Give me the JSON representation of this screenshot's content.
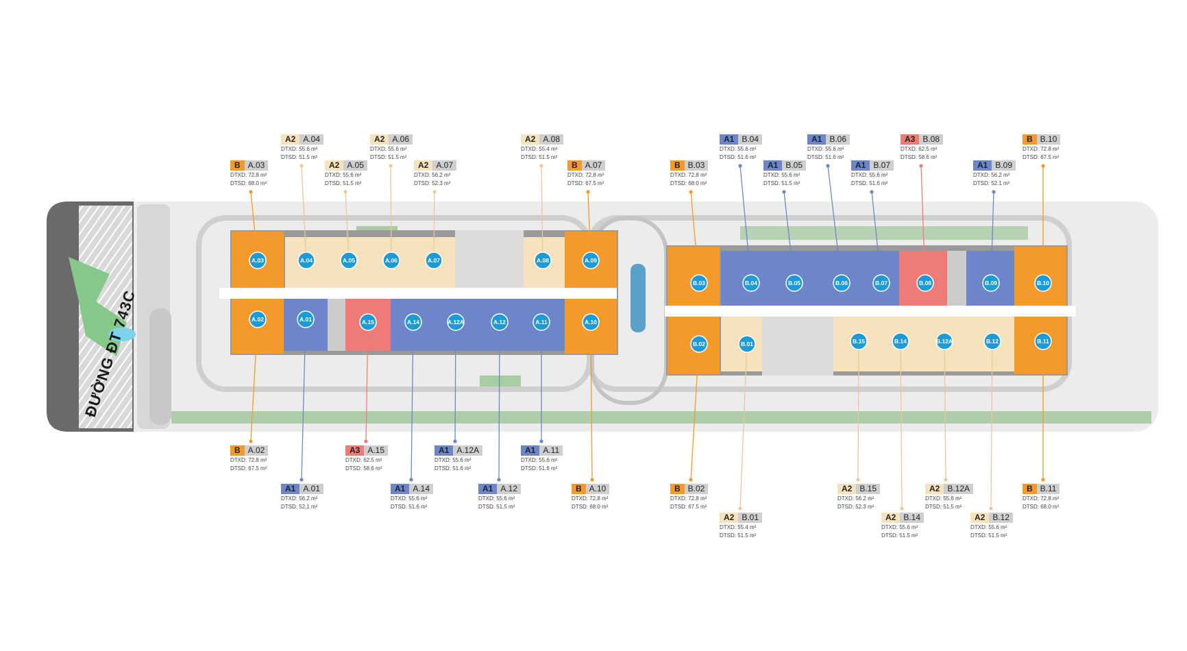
{
  "colors": {
    "B": "#f39a2a",
    "A1": "#6c86c9",
    "A2": "#f6e2bd",
    "A3": "#ef7b78",
    "circle": "#1e9bd7"
  },
  "road_label": "ĐƯỜNG ĐT 743C",
  "units": [
    {
      "id": "A.03",
      "type": "B",
      "code": "A.03",
      "dtxd": "DTXD: 72.8 m²",
      "dtsd": "DTSD: 68.0 m²"
    },
    {
      "id": "A.04",
      "type": "A2",
      "code": "A.04",
      "dtxd": "DTXD: 55.6 m²",
      "dtsd": "DTSD: 51.5 m²"
    },
    {
      "id": "A.05",
      "type": "A2",
      "code": "A.05",
      "dtxd": "DTXD: 55.6 m²",
      "dtsd": "DTSD: 51.5 m²"
    },
    {
      "id": "A.06",
      "type": "A2",
      "code": "A.06",
      "dtxd": "DTXD: 55.6 m²",
      "dtsd": "DTSD: 51.5 m²"
    },
    {
      "id": "A.07",
      "type": "A2",
      "code": "A.07",
      "dtxd": "DTXD: 56.2 m²",
      "dtsd": "DTSD: 52.3 m²"
    },
    {
      "id": "A.08",
      "type": "A2",
      "code": "A.08",
      "dtxd": "DTXD: 55.4 m²",
      "dtsd": "DTSD: 51.5 m²"
    },
    {
      "id": "A.09",
      "type": "B",
      "code": "A.07",
      "dtxd": "DTXD: 72.8 m²",
      "dtsd": "DTSD: 67.5 m²"
    },
    {
      "id": "A.02",
      "type": "B",
      "code": "A.02",
      "dtxd": "DTXD: 72.8 m²",
      "dtsd": "DTSD: 67.5 m²"
    },
    {
      "id": "A.01",
      "type": "A1",
      "code": "A.01",
      "dtxd": "DTXD: 56.2 m²",
      "dtsd": "DTSD: 52.1 m²"
    },
    {
      "id": "A.15",
      "type": "A3",
      "code": "A.15",
      "dtxd": "DTXD: 62.5 m²",
      "dtsd": "DTSD: 58.6 m²"
    },
    {
      "id": "A.14",
      "type": "A1",
      "code": "A.14",
      "dtxd": "DTXD: 55.6 m²",
      "dtsd": "DTSD: 51.6 m²"
    },
    {
      "id": "A.12A",
      "type": "A1",
      "code": "A.12A",
      "dtxd": "DTXD: 55.6 m²",
      "dtsd": "DTSD: 51.6 m²"
    },
    {
      "id": "A.12",
      "type": "A1",
      "code": "A.12",
      "dtxd": "DTXD: 55.6 m²",
      "dtsd": "DTSD: 51.5 m²"
    },
    {
      "id": "A.11",
      "type": "A1",
      "code": "A.11",
      "dtxd": "DTXD: 55.6 m²",
      "dtsd": "DTSD: 51.6 m²"
    },
    {
      "id": "A.10",
      "type": "B",
      "code": "A.10",
      "dtxd": "DTXD: 72.8 m²",
      "dtsd": "DTSD: 68.0 m²"
    },
    {
      "id": "B.03",
      "type": "B",
      "code": "B.03",
      "dtxd": "DTXD: 72.8 m²",
      "dtsd": "DTSD: 68.0 m²"
    },
    {
      "id": "B.04",
      "type": "A1",
      "code": "B.04",
      "dtxd": "DTXD: 55.6 m²",
      "dtsd": "DTSD: 51.6 m²"
    },
    {
      "id": "B.05",
      "type": "A1",
      "code": "B.05",
      "dtxd": "DTXD: 55.6 m²",
      "dtsd": "DTSD: 51.5 m²"
    },
    {
      "id": "B.06",
      "type": "A1",
      "code": "B.06",
      "dtxd": "DTXD: 55.6 m²",
      "dtsd": "DTSD: 51.6 m²"
    },
    {
      "id": "B.07",
      "type": "A1",
      "code": "B.07",
      "dtxd": "DTXD: 55.6 m²",
      "dtsd": "DTSD: 51.6 m²"
    },
    {
      "id": "B.08",
      "type": "A3",
      "code": "B.08",
      "dtxd": "DTXD: 62.5 m²",
      "dtsd": "DTSD: 58.6 m²"
    },
    {
      "id": "B.09",
      "type": "A1",
      "code": "B.09",
      "dtxd": "DTXD: 56.2 m²",
      "dtsd": "DTSD: 52.1 m²"
    },
    {
      "id": "B.10",
      "type": "B",
      "code": "B.10",
      "dtxd": "DTXD: 72.8 m²",
      "dtsd": "DTSD: 67.5 m²"
    },
    {
      "id": "B.02",
      "type": "B",
      "code": "B.02",
      "dtxd": "DTXD: 72.8 m²",
      "dtsd": "DTSD: 67.5 m²"
    },
    {
      "id": "B.01",
      "type": "A2",
      "code": "B.01",
      "dtxd": "DTXD: 55.4 m²",
      "dtsd": "DTSD: 51.5 m²"
    },
    {
      "id": "B.15",
      "type": "A2",
      "code": "B.15",
      "dtxd": "DTXD: 56.2 m²",
      "dtsd": "DTSD: 52.3 m²"
    },
    {
      "id": "B.14",
      "type": "A2",
      "code": "B.14",
      "dtxd": "DTXD: 55.6 m²",
      "dtsd": "DTSD: 51.5 m²"
    },
    {
      "id": "B.12A",
      "type": "A2",
      "code": "B.12A",
      "dtxd": "DTXD: 55.6 m²",
      "dtsd": "DTSD: 51.5 m²"
    },
    {
      "id": "B.12",
      "type": "A2",
      "code": "B.12",
      "dtxd": "DTXD: 55.6 m²",
      "dtsd": "DTSD: 51.5 m²"
    },
    {
      "id": "B.11",
      "type": "B",
      "code": "B.11",
      "dtxd": "DTXD: 72.8 m²",
      "dtsd": "DTSD: 68.0 m²"
    }
  ]
}
